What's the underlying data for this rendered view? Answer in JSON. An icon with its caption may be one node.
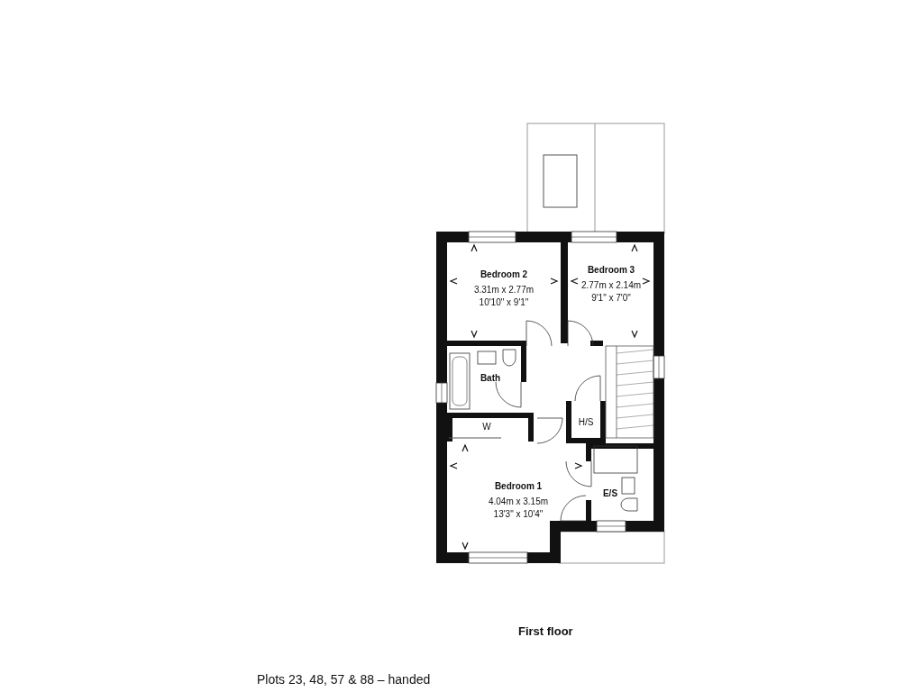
{
  "diagram": {
    "nodes": [
      {
        "text": [
          "Bedroom 2",
          "3.31m x 2.77m",
          "10'10\" x 9'1\""
        ]
      },
      {
        "text": [
          "Bedroom 3",
          "2.77m x 2.14m",
          "9'1\" x 7'0\""
        ]
      },
      {
        "text": [
          "Bath"
        ]
      },
      {
        "text": [
          "W"
        ]
      },
      {
        "text": [
          "H/S"
        ]
      },
      {
        "text": [
          "Bedroom 1",
          "4.04m x 3.15m",
          "13'3\" x 10'4\""
        ]
      },
      {
        "text": [
          "E/S"
        ]
      }
    ],
    "labels": [
      "First floor",
      "Plots 23, 48, 57 & 88 – handed"
    ]
  }
}
